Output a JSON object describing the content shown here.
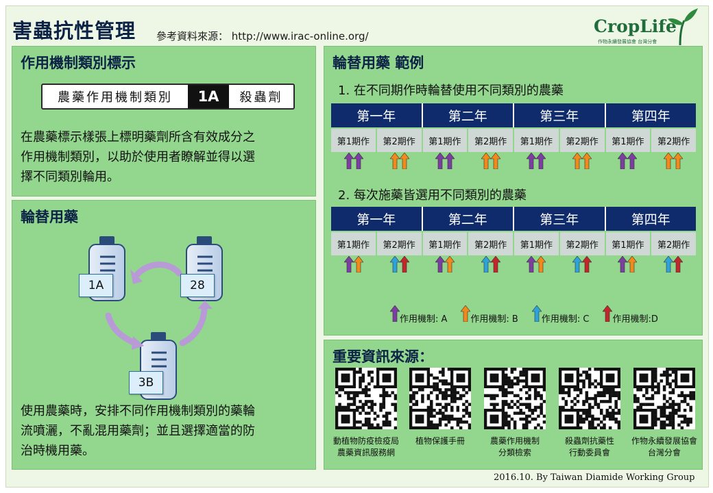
{
  "header": {
    "title": "害蟲抗性管理",
    "ref_prefix": "參考資料來源：",
    "ref_url": "http://www.irac-online.org/"
  },
  "logo": {
    "text": "CropLife",
    "subtitle": "作物永續發展協會 台灣分會",
    "color": "#1f6d3a"
  },
  "moa_panel": {
    "title": "作用機制類別標示",
    "label_left": "農藥作用機制類別",
    "label_code": "1A",
    "label_right": "殺蟲劑",
    "desc_lines": [
      "在農藥標示樣張上標明藥劑所含有效成分之",
      "作用機制類別，以助於使用者瞭解並得以選",
      "擇不同類別輪用。"
    ]
  },
  "rotation_panel": {
    "title": "輪替用藥",
    "bottles": [
      "1A",
      "28",
      "3B"
    ],
    "desc_lines": [
      "使用農藥時，安排不同作用機制類別的藥輪",
      "流噴灑，不亂混用藥劑；並且選擇適當的防",
      "治時機用藥。"
    ]
  },
  "example_panel": {
    "title": "輪替用藥 範例",
    "examples": [
      {
        "heading": "1. 在不同期作時輪替使用不同類別的農藥",
        "years": [
          "第一年",
          "第二年",
          "第三年",
          "第四年"
        ],
        "periods": [
          "第1期作",
          "第2期作",
          "第1期作",
          "第2期作",
          "第1期作",
          "第2期作",
          "第1期作",
          "第2期作"
        ],
        "arrows": [
          [
            "A",
            "A"
          ],
          [
            "B",
            "B"
          ],
          [
            "A",
            "A"
          ],
          [
            "B",
            "B"
          ],
          [
            "A",
            "A"
          ],
          [
            "B",
            "B"
          ],
          [
            "A",
            "A"
          ],
          [
            "B",
            "B"
          ]
        ]
      },
      {
        "heading": "2. 每次施藥皆選用不同類別的農藥",
        "years": [
          "第一年",
          "第二年",
          "第三年",
          "第四年"
        ],
        "periods": [
          "第1期作",
          "第2期作",
          "第1期作",
          "第2期作",
          "第1期作",
          "第2期作",
          "第1期作",
          "第2期作"
        ],
        "arrows": [
          [
            "A",
            "B"
          ],
          [
            "C",
            "D"
          ],
          [
            "A",
            "B"
          ],
          [
            "C",
            "D"
          ],
          [
            "A",
            "B"
          ],
          [
            "C",
            "D"
          ],
          [
            "A",
            "B"
          ],
          [
            "C",
            "D"
          ]
        ]
      }
    ],
    "legend": [
      {
        "label": "作用機制: A",
        "color": "#7b3fa0"
      },
      {
        "label": "作用機制: B",
        "color": "#f08a1c"
      },
      {
        "label": "作用機制: C",
        "color": "#2fa3d8"
      },
      {
        "label": "作用機制:D",
        "color": "#c0282c"
      }
    ]
  },
  "resources_panel": {
    "title": "重要資訊來源：",
    "items": [
      {
        "caption_lines": [
          "動植物防疫檢疫局",
          "農藥資訊服務網"
        ]
      },
      {
        "caption_lines": [
          "植物保護手冊"
        ]
      },
      {
        "caption_lines": [
          "農藥作用機制",
          "分類檢索"
        ]
      },
      {
        "caption_lines": [
          "殺蟲劑抗藥性",
          "行動委員會"
        ]
      },
      {
        "caption_lines": [
          "作物永續發展協會",
          "台灣分會"
        ]
      }
    ]
  },
  "footer": {
    "text": "2016.10.   By Taiwan Diamide Working Group"
  },
  "colors": {
    "panel_bg": "#93d78e",
    "year_header_bg": "#0f2b6b",
    "title_color": "#0d2346"
  }
}
